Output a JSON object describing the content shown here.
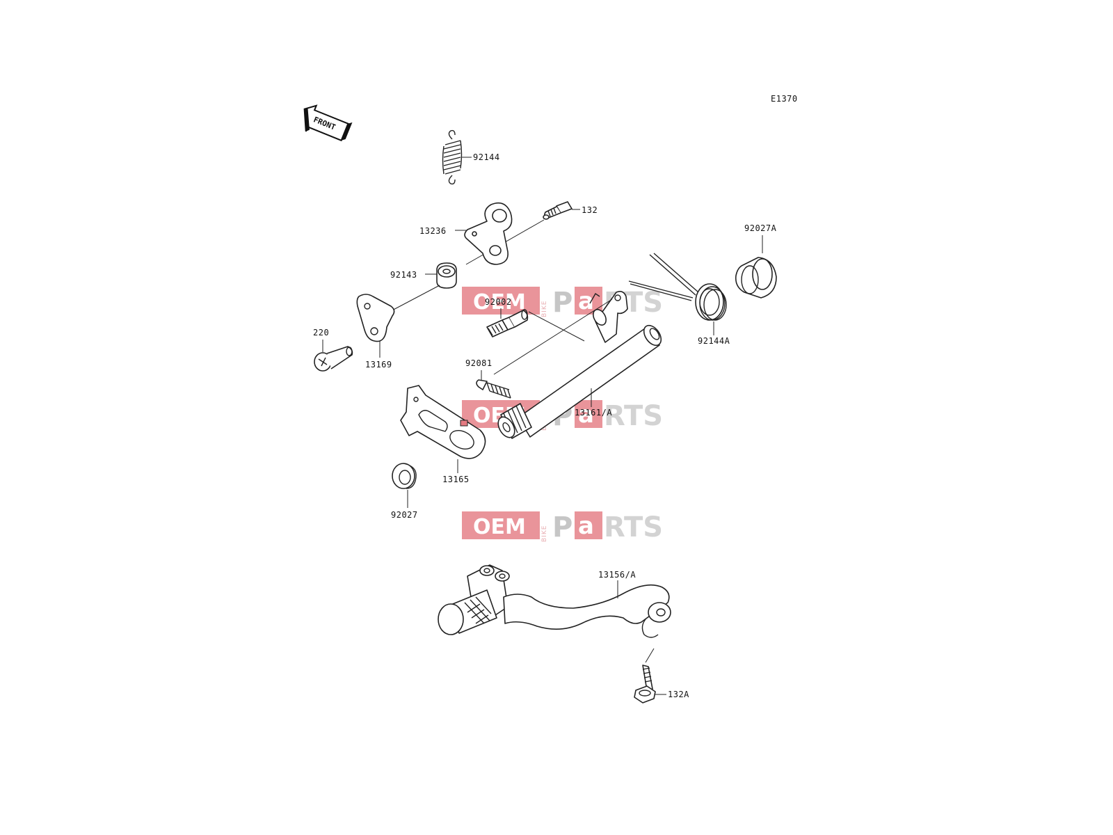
{
  "diagram": {
    "code": "E1370",
    "front_label": "FRONT",
    "watermark": {
      "oem": "OEM",
      "bike": "BIKE",
      "p": "P",
      "a": "a",
      "rts": "RTS"
    },
    "parts": [
      {
        "number": "92144"
      },
      {
        "number": "132"
      },
      {
        "number": "13236"
      },
      {
        "number": "92143"
      },
      {
        "number": "92027A"
      },
      {
        "number": "92002"
      },
      {
        "number": "220"
      },
      {
        "number": "13169"
      },
      {
        "number": "92144A"
      },
      {
        "number": "92081"
      },
      {
        "number": "13161/A"
      },
      {
        "number": "13165"
      },
      {
        "number": "92027"
      },
      {
        "number": "13156/A"
      },
      {
        "number": "132A"
      }
    ]
  }
}
